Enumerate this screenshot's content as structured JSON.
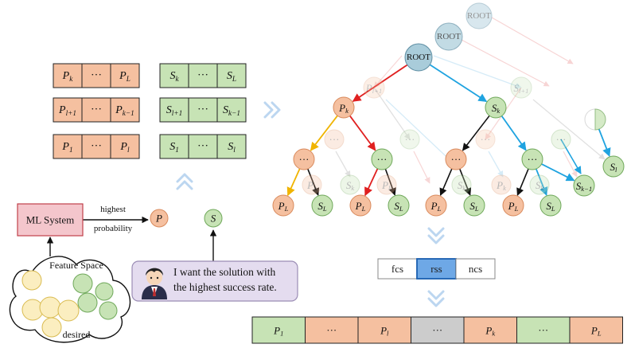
{
  "colors": {
    "orange": "#f5c0a0",
    "orange_stroke": "#d98a5c",
    "green": "#c7e3b5",
    "green_stroke": "#6fa85a",
    "blue_root": "#a9ccda",
    "blue_stroke": "#5e8ea3",
    "pink": "#f4c6cc",
    "pink_stroke": "#c0404a",
    "purple": "#e4dcef",
    "purple_stroke": "#9b8db5",
    "yellow": "#fbeec0",
    "yellow_stroke": "#d9bb50",
    "gray": "#cccccc",
    "chevron": "#bcd6f0",
    "rss_blue": "#6ea8e6",
    "arrow_red": "#e02020",
    "arrow_yellow": "#f0b400",
    "arrow_blue": "#1fa3e0",
    "arrow_black": "#111111",
    "arrow_gray": "#bbbbbb"
  },
  "stacks": {
    "p_rows": [
      {
        "first": "P_k",
        "mid": "···",
        "last": "P_L"
      },
      {
        "first": "P_{l+1}",
        "mid": "···",
        "last": "P_{k−1}"
      },
      {
        "first": "P_1",
        "mid": "···",
        "last": "P_l"
      }
    ],
    "s_rows": [
      {
        "first": "S_k",
        "mid": "···",
        "last": "S_L"
      },
      {
        "first": "S_{l+1}",
        "mid": "···",
        "last": "S_{k−1}"
      },
      {
        "first": "S_1",
        "mid": "···",
        "last": "S_l"
      }
    ]
  },
  "ml": {
    "system_label": "ML System",
    "arrow_label_1": "highest",
    "arrow_label_2": "probability",
    "p_node": "P",
    "s_node": "S"
  },
  "feature": {
    "title": "Feature Space",
    "desired": "desired"
  },
  "speech": {
    "line1": "I want the solution with",
    "line2": "the highest success rate."
  },
  "tree": {
    "root": "ROOT",
    "pk": "P_k",
    "sk": "S_k",
    "ellipsis": "···",
    "ghost_pl1": "P_{l+1}",
    "ghost_sl1": "S_{l+1}",
    "leaves": [
      "P_L",
      "S_L",
      "P_L",
      "S_L",
      "P_L",
      "S_L",
      "P_L",
      "S_L"
    ],
    "sk1": "S_{k−1}",
    "sl": "S_l",
    "faded_leaves": [
      "P_k",
      "S_k",
      "P_k",
      "S_k",
      "P_k",
      "S_k"
    ]
  },
  "modes": [
    "fcs",
    "rss",
    "ncs"
  ],
  "bottom_bar": [
    {
      "label": "P_1",
      "color": "green"
    },
    {
      "label": "···",
      "color": "orange"
    },
    {
      "label": "P_l",
      "color": "orange"
    },
    {
      "label": "···",
      "color": "gray"
    },
    {
      "label": "P_k",
      "color": "orange"
    },
    {
      "label": "···",
      "color": "green"
    },
    {
      "label": "P_L",
      "color": "orange"
    }
  ]
}
